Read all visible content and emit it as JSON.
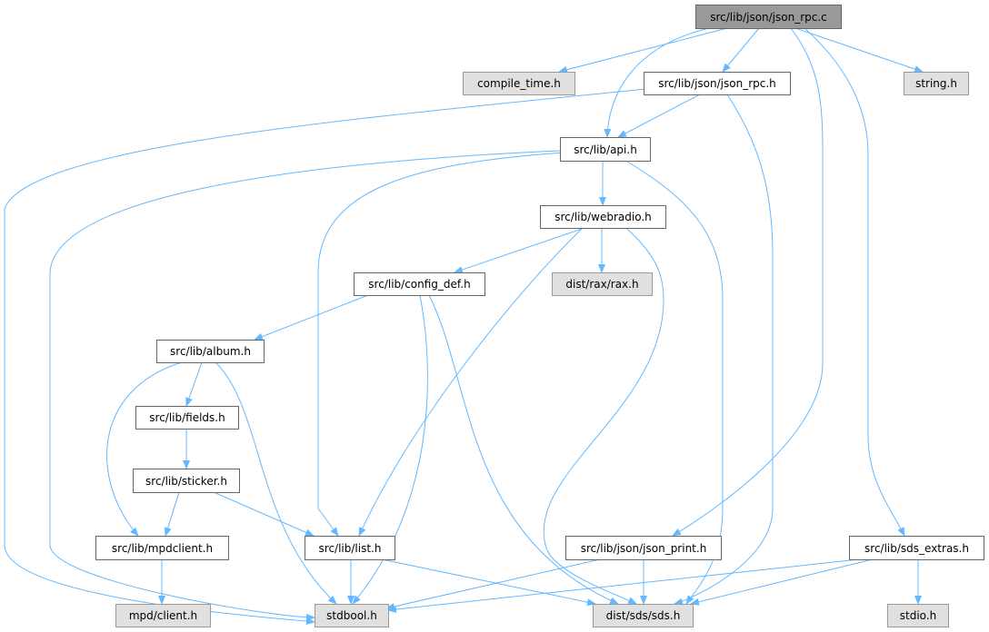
{
  "colors": {
    "edge": "#63b8ff",
    "root_fill": "#999999",
    "external_fill": "#e0e0e0",
    "node_fill": "#ffffff"
  },
  "nodes": {
    "json_rpc_c": "src/lib/json/json_rpc.c",
    "compile_time": "compile_time.h",
    "json_rpc_h": "src/lib/json/json_rpc.h",
    "string": "string.h",
    "api": "src/lib/api.h",
    "webradio": "src/lib/webradio.h",
    "config_def": "src/lib/config_def.h",
    "rax": "dist/rax/rax.h",
    "album": "src/lib/album.h",
    "fields": "src/lib/fields.h",
    "sticker": "src/lib/sticker.h",
    "mpdclient": "src/lib/mpdclient.h",
    "list": "src/lib/list.h",
    "json_print": "src/lib/json/json_print.h",
    "sds_extras": "src/lib/sds_extras.h",
    "mpd_client": "mpd/client.h",
    "stdbool": "stdbool.h",
    "sds": "dist/sds/sds.h",
    "stdio": "stdio.h"
  }
}
